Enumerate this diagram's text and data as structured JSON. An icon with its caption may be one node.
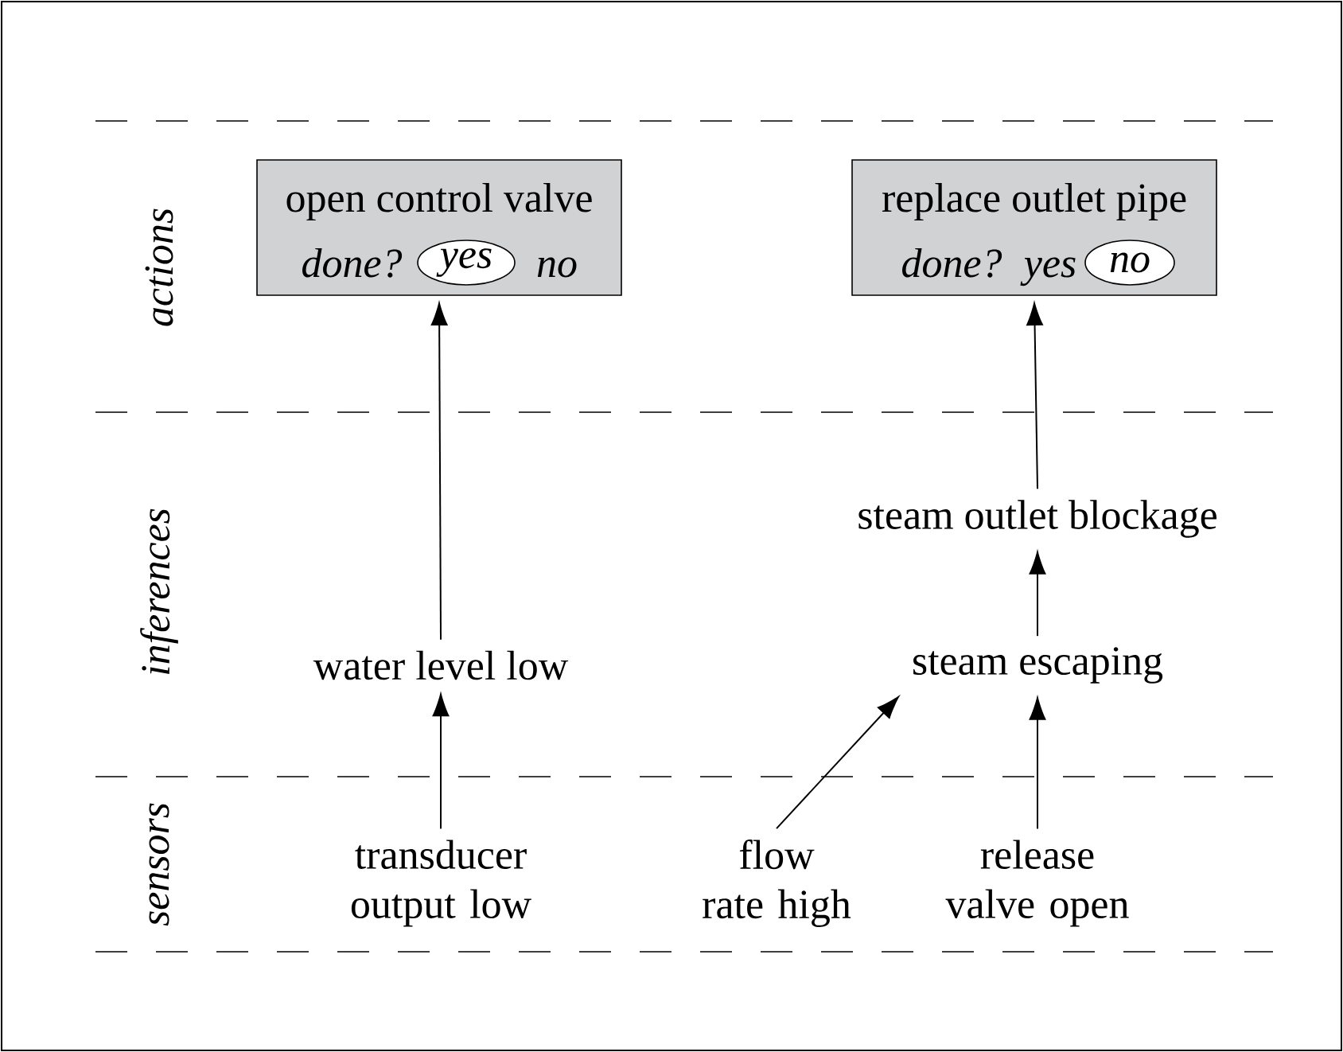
{
  "diagram": {
    "nodes": [
      {
        "text": [
          "open control valve",
          "done?",
          "no"
        ]
      },
      {
        "text": [
          "yes"
        ],
        "in": 0
      },
      {
        "text": [
          "replace outlet pipe",
          "done?",
          "yes"
        ]
      },
      {
        "text": [
          "no"
        ],
        "in": 2
      },
      {
        "text": [
          "steam outlet blockage"
        ]
      },
      {
        "text": [
          "water level low"
        ]
      },
      {
        "text": [
          "steam escaping"
        ]
      },
      {
        "text": [
          "transducer output low"
        ]
      },
      {
        "text": [
          "flow rate high"
        ]
      },
      {
        "text": [
          "release valve open"
        ]
      }
    ],
    "edges": [
      {
        "from": 7,
        "to": 5,
        "arrow": "to"
      },
      {
        "from": 5,
        "to": 0,
        "arrow": "to"
      },
      {
        "from": 8,
        "to": 6,
        "arrow": "to"
      },
      {
        "from": 9,
        "to": 6,
        "arrow": "to"
      },
      {
        "from": 6,
        "to": 4,
        "arrow": "to"
      },
      {
        "from": 4,
        "to": 2,
        "arrow": "to"
      }
    ],
    "labels": [
      "actions",
      "inferences",
      "sensors"
    ]
  }
}
